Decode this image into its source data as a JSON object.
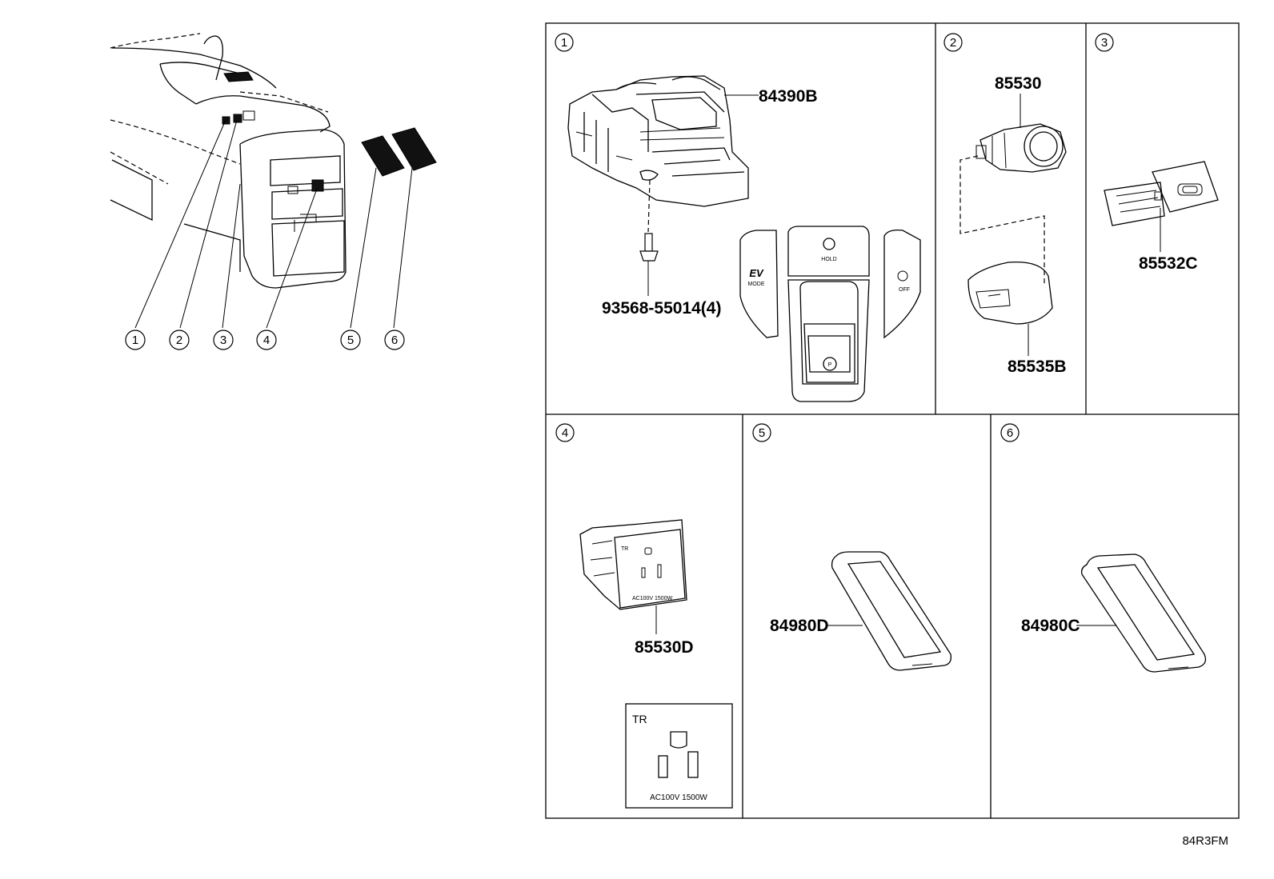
{
  "overview_callouts": [
    "1",
    "2",
    "3",
    "4",
    "5",
    "6"
  ],
  "panels": [
    {
      "num": "1",
      "parts": [
        "84390B",
        "93568-55014(4)"
      ],
      "switch_labels": {
        "ev": "EV",
        "mode": "MODE",
        "hold": "HOLD",
        "park": "P",
        "off": "OFF"
      }
    },
    {
      "num": "2",
      "parts": [
        "85530",
        "85535B"
      ]
    },
    {
      "num": "3",
      "parts": [
        "85532C"
      ]
    },
    {
      "num": "4",
      "parts": [
        "85530D"
      ],
      "outlet": {
        "brand": "TR",
        "rating": "AC100V 1500W"
      }
    },
    {
      "num": "5",
      "parts": [
        "84980D"
      ]
    },
    {
      "num": "6",
      "parts": [
        "84980C"
      ]
    }
  ],
  "diagram_code": "84R3FM"
}
